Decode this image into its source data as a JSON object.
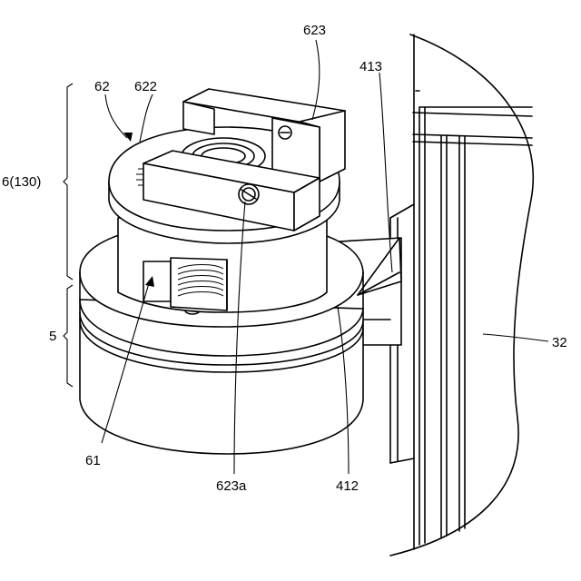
{
  "labels": {
    "l62": "62",
    "l622": "622",
    "l623": "623",
    "l413": "413",
    "l6_130": "6(130)",
    "l5": "5",
    "l32": "32",
    "l61": "61",
    "l623a": "623a",
    "l412": "412"
  }
}
